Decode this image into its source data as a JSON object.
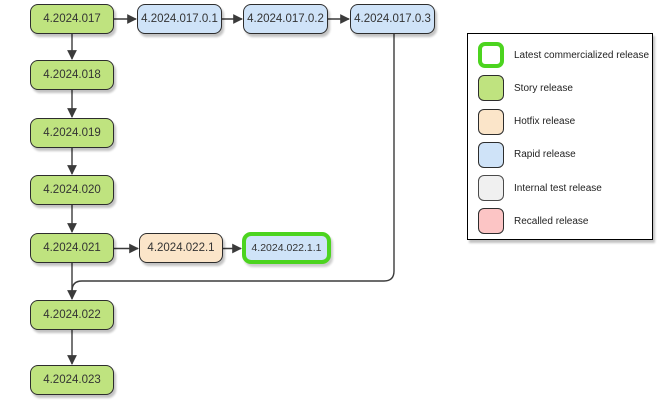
{
  "diagram": {
    "nodes": {
      "v017": {
        "label": "4.2024.017",
        "type": "story"
      },
      "v018": {
        "label": "4.2024.018",
        "type": "story"
      },
      "v019": {
        "label": "4.2024.019",
        "type": "story"
      },
      "v020": {
        "label": "4.2024.020",
        "type": "story"
      },
      "v021": {
        "label": "4.2024.021",
        "type": "story"
      },
      "v022": {
        "label": "4.2024.022",
        "type": "story"
      },
      "v023": {
        "label": "4.2024.023",
        "type": "story"
      },
      "r01701": {
        "label": "4.2024.017.0.1",
        "type": "rapid"
      },
      "r01702": {
        "label": "4.2024.017.0.2",
        "type": "rapid"
      },
      "r01703": {
        "label": "4.2024.017.0.3",
        "type": "rapid"
      },
      "h0221": {
        "label": "4.2024.022.1",
        "type": "hotfix"
      },
      "l02211": {
        "label": "4.2024.022.1.1",
        "type": "rapid",
        "highlight": "latest-commercialized-release"
      }
    },
    "edges": [
      {
        "from": "4.2024.017",
        "to": "4.2024.017.0.1"
      },
      {
        "from": "4.2024.017.0.1",
        "to": "4.2024.017.0.2"
      },
      {
        "from": "4.2024.017.0.2",
        "to": "4.2024.017.0.3"
      },
      {
        "from": "4.2024.017",
        "to": "4.2024.018"
      },
      {
        "from": "4.2024.018",
        "to": "4.2024.019"
      },
      {
        "from": "4.2024.019",
        "to": "4.2024.020"
      },
      {
        "from": "4.2024.020",
        "to": "4.2024.021"
      },
      {
        "from": "4.2024.021",
        "to": "4.2024.022"
      },
      {
        "from": "4.2024.017.0.3",
        "to": "4.2024.022"
      },
      {
        "from": "4.2024.021",
        "to": "4.2024.022.1"
      },
      {
        "from": "4.2024.022.1",
        "to": "4.2024.022.1.1"
      },
      {
        "from": "4.2024.022",
        "to": "4.2024.023"
      }
    ]
  },
  "legend": {
    "items": [
      {
        "label": "Latest commercialized release",
        "style": "latest"
      },
      {
        "label": "Story release",
        "style": "story"
      },
      {
        "label": "Hotfix release",
        "style": "hotfix"
      },
      {
        "label": "Rapid release",
        "style": "rapid"
      },
      {
        "label": "Internal test release",
        "style": "internal"
      },
      {
        "label": "Recalled release",
        "style": "recalled"
      }
    ]
  },
  "colors": {
    "story": "#bfe37f",
    "rapid": "#cfe3f8",
    "hotfix": "#fbe5c9",
    "internal": "#f0f0f0",
    "recalled": "#fcc5c5",
    "latest_border": "#4cd41f",
    "node_border": "#2d2d2d",
    "connector": "#3b3b3b",
    "background": "#ffffff"
  }
}
